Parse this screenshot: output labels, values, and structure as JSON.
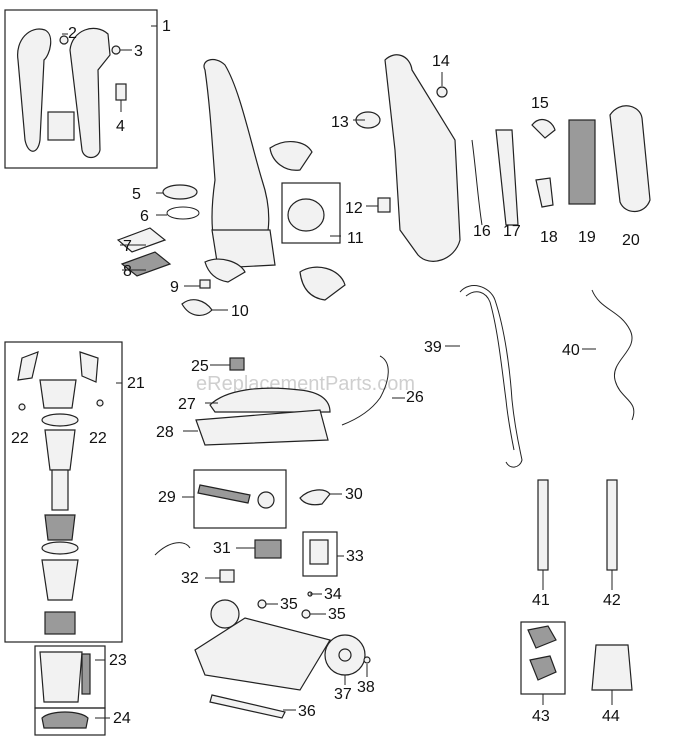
{
  "watermark": "eReplacementParts.com",
  "callouts": [
    {
      "id": "c1",
      "text": "1"
    },
    {
      "id": "c2",
      "text": "2"
    },
    {
      "id": "c3",
      "text": "3"
    },
    {
      "id": "c4",
      "text": "4"
    },
    {
      "id": "c5",
      "text": "5"
    },
    {
      "id": "c6",
      "text": "6"
    },
    {
      "id": "c7",
      "text": "7"
    },
    {
      "id": "c8",
      "text": "8"
    },
    {
      "id": "c9",
      "text": "9"
    },
    {
      "id": "c10",
      "text": "10"
    },
    {
      "id": "c11",
      "text": "11"
    },
    {
      "id": "c12",
      "text": "12"
    },
    {
      "id": "c13",
      "text": "13"
    },
    {
      "id": "c14",
      "text": "14"
    },
    {
      "id": "c15",
      "text": "15"
    },
    {
      "id": "c16",
      "text": "16"
    },
    {
      "id": "c17",
      "text": "17"
    },
    {
      "id": "c18",
      "text": "18"
    },
    {
      "id": "c19",
      "text": "19"
    },
    {
      "id": "c20",
      "text": "20"
    },
    {
      "id": "c21",
      "text": "21"
    },
    {
      "id": "c22a",
      "text": "22"
    },
    {
      "id": "c22b",
      "text": "22"
    },
    {
      "id": "c23",
      "text": "23"
    },
    {
      "id": "c24",
      "text": "24"
    },
    {
      "id": "c25",
      "text": "25"
    },
    {
      "id": "c26",
      "text": "26"
    },
    {
      "id": "c27",
      "text": "27"
    },
    {
      "id": "c28",
      "text": "28"
    },
    {
      "id": "c29",
      "text": "29"
    },
    {
      "id": "c30",
      "text": "30"
    },
    {
      "id": "c31",
      "text": "31"
    },
    {
      "id": "c32",
      "text": "32"
    },
    {
      "id": "c33",
      "text": "33"
    },
    {
      "id": "c34",
      "text": "34"
    },
    {
      "id": "c35a",
      "text": "35"
    },
    {
      "id": "c35b",
      "text": "35"
    },
    {
      "id": "c36",
      "text": "36"
    },
    {
      "id": "c37",
      "text": "37"
    },
    {
      "id": "c38",
      "text": "38"
    },
    {
      "id": "c39",
      "text": "39"
    },
    {
      "id": "c40",
      "text": "40"
    },
    {
      "id": "c41",
      "text": "41"
    },
    {
      "id": "c42",
      "text": "42"
    },
    {
      "id": "c43",
      "text": "43"
    },
    {
      "id": "c44",
      "text": "44"
    }
  ]
}
